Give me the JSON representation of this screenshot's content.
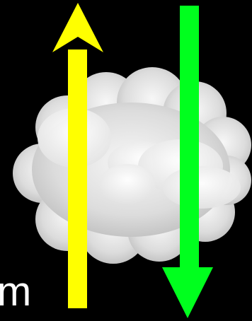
{
  "diagram": {
    "background_color": "#000000",
    "cloud": {
      "icon": "cloud-icon",
      "fill_colors": [
        "#d8d8d8",
        "#f4f4f4",
        "#bfbfbf"
      ]
    },
    "upward_arrow": {
      "direction": "up",
      "color": "#ffff00"
    },
    "downward_arrow": {
      "direction": "down",
      "color": "#00ff1e"
    },
    "edge_label": "m"
  }
}
